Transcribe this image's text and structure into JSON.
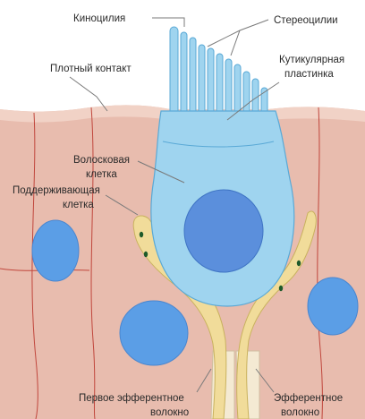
{
  "labels": {
    "kinocilium": "Киноцилия",
    "stereocilia": "Стереоцилии",
    "tight_junction": "Плотный контакт",
    "cuticular_plate_1": "Кутикулярная",
    "cuticular_plate_2": "пластинка",
    "hair_cell_1": "Волосковая",
    "hair_cell_2": "клетка",
    "supporting_cell_1": "Поддерживающая",
    "supporting_cell_2": "клетка",
    "afferent_fiber_1": "Первое эфферентное",
    "afferent_fiber_2": "волокно",
    "efferent_fiber_1": "Эфферентное",
    "efferent_fiber_2": "волокно"
  },
  "colors": {
    "epithelium": "#e8bcae",
    "epithelium_top": "#f1d2c6",
    "cell_border": "#c0463c",
    "hair_cell": "#9fd4ef",
    "hair_cell_edge": "#5aa9d6",
    "nucleus": "#5b8fdc",
    "supporting_nucleus": "#5b9ee6",
    "nerve_ending": "#f1dc9a",
    "nerve_edge": "#c9b25e",
    "axon": "#f4ead3",
    "synaptic_dot": "#1e5a2a"
  }
}
